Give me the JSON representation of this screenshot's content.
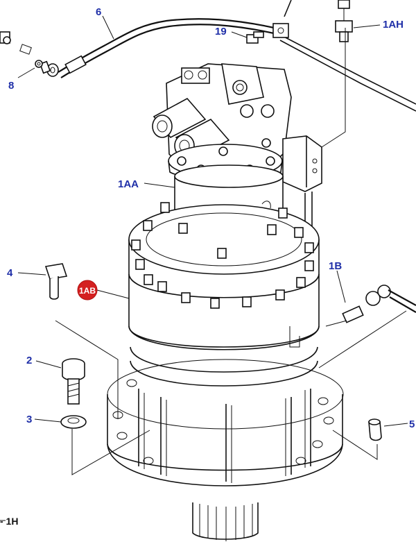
{
  "callouts": {
    "c6": "6",
    "c19": "19",
    "c1AH": "1AH",
    "c8": "8",
    "c1AA": "1AA",
    "c4": "4",
    "c1B": "1B",
    "c2": "2",
    "c3": "3",
    "c5": "5",
    "c1AB": "1AB",
    "c1H": "- 1H"
  },
  "colors": {
    "callout_text": "#1f2fa8",
    "marker_red": "#d42020",
    "line": "#111111"
  }
}
